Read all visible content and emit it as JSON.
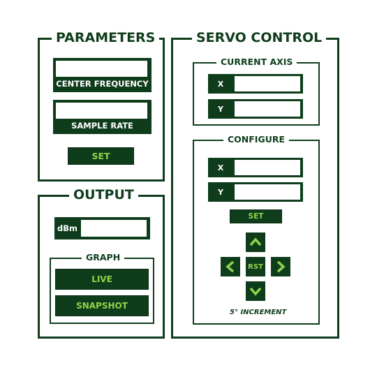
{
  "parameters": {
    "title": "PARAMETERS",
    "center_frequency": {
      "label": "CENTER FREQUENCY",
      "value": ""
    },
    "sample_rate": {
      "label": "SAMPLE RATE",
      "value": ""
    },
    "set_label": "SET"
  },
  "output": {
    "title": "OUTPUT",
    "dbm": {
      "label": "dBm",
      "value": ""
    },
    "graph": {
      "title": "GRAPH",
      "live_label": "LIVE",
      "snapshot_label": "SNAPSHOT"
    }
  },
  "servo": {
    "title": "SERVO CONTROL",
    "current_axis": {
      "title": "CURRENT AXIS",
      "x_label": "X",
      "x_value": "",
      "y_label": "Y",
      "y_value": ""
    },
    "configure": {
      "title": "CONFIGURE",
      "x_label": "X",
      "x_value": "",
      "y_label": "Y",
      "y_value": "",
      "set_label": "SET",
      "reset_label": "RST",
      "increment_note": "5° INCREMENT"
    }
  },
  "colors": {
    "dark_green": "#0f3d1c",
    "accent_green": "#8fd44a",
    "background": "#ffffff"
  }
}
